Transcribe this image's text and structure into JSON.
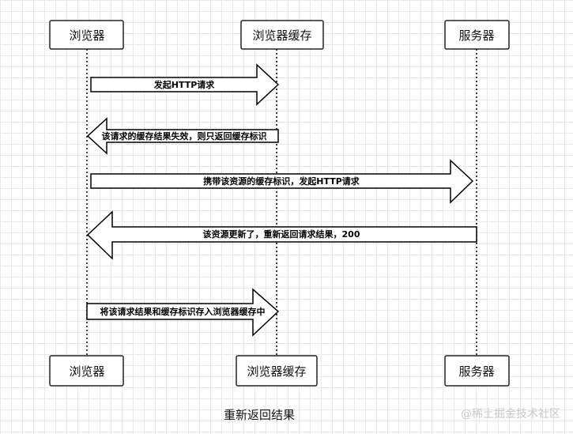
{
  "participants": [
    {
      "label": "浏览器"
    },
    {
      "label": "浏览器缓存"
    },
    {
      "label": "服务器"
    }
  ],
  "messages": [
    {
      "label": "发起HTTP请求",
      "from": "浏览器",
      "to": "浏览器缓存"
    },
    {
      "label": "该请求的缓存结果失效，则只返回缓存标识",
      "from": "浏览器缓存",
      "to": "浏览器"
    },
    {
      "label": "携带该资源的缓存标识，发起HTTP请求",
      "from": "浏览器",
      "to": "服务器"
    },
    {
      "label": "该资源更新了，重新返回请求结果，200",
      "from": "服务器",
      "to": "浏览器"
    },
    {
      "label": "将该请求结果和缓存标识存入浏览器缓存中",
      "from": "浏览器",
      "to": "浏览器缓存"
    }
  ],
  "caption": "重新返回结果",
  "watermark": "@稀土掘金技术社区"
}
